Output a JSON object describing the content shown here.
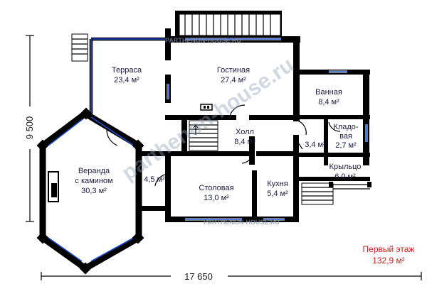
{
  "rooms": {
    "terrace": {
      "name": "Терраса",
      "area": "23,4 м²"
    },
    "living": {
      "name": "Гостиная",
      "area": "27,4 м²"
    },
    "bathroom": {
      "name": "Ванная",
      "area": "8,4 м²"
    },
    "hall": {
      "name": "Холл",
      "area": "8,4 м²"
    },
    "storage": {
      "name_line1": "Кладо-",
      "name_line2": "вая",
      "area": "2,7 м²"
    },
    "small_room": {
      "area": "3,4 м²"
    },
    "porch": {
      "name": "Крыльцо",
      "area": "6,0 м²"
    },
    "veranda": {
      "name_line1": "Веранда",
      "name_line2": "с камином",
      "area": "30,3 м²"
    },
    "vestibule": {
      "area": "4,5 м²"
    },
    "dining": {
      "name": "Столовая",
      "area": "13,0 м²"
    },
    "kitchen": {
      "name": "Кухня",
      "area": "5,4 м²"
    }
  },
  "dimensions": {
    "width": "17 650",
    "depth": "9 500"
  },
  "floor_info": {
    "title": "Первый этаж",
    "total_area": "132,9 м²"
  },
  "watermarks": {
    "top": "PARTHENON-HOUSE.RU",
    "bottom": "PARTHENON-HOUSE.RU",
    "diagonal": "parthenon-house.ru"
  }
}
